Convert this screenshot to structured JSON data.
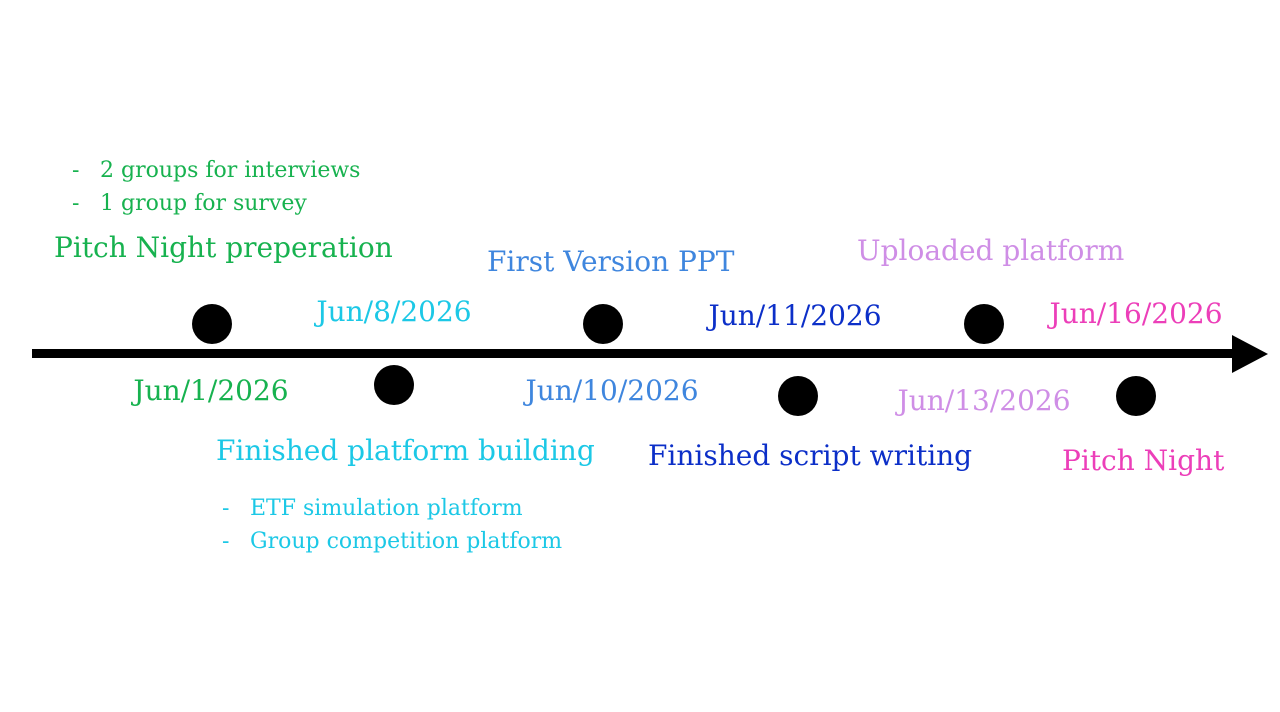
{
  "milestones": [
    {
      "date": "Jun/1/2026",
      "event": "Pitch Night preperation",
      "notes": [
        "2 groups for interviews",
        "1 group for survey"
      ],
      "color": "#17b24f"
    },
    {
      "date": "Jun/8/2026",
      "event": "Finished platform building",
      "notes": [
        "ETF simulation platform",
        "Group competition platform"
      ],
      "color": "#1cc8e6"
    },
    {
      "date": "Jun/10/2026",
      "event": "First Version PPT",
      "notes": [],
      "color": "#3f86de"
    },
    {
      "date": "Jun/11/2026",
      "event": "Finished script writing",
      "notes": [],
      "color": "#0c2fc8"
    },
    {
      "date": "Jun/13/2026",
      "event": "Uploaded platform",
      "notes": [],
      "color": "#cf8ee6"
    },
    {
      "date": "Jun/16/2026",
      "event": "Pitch Night",
      "notes": [],
      "color": "#ec3fb9"
    }
  ],
  "note_bullet": "-"
}
